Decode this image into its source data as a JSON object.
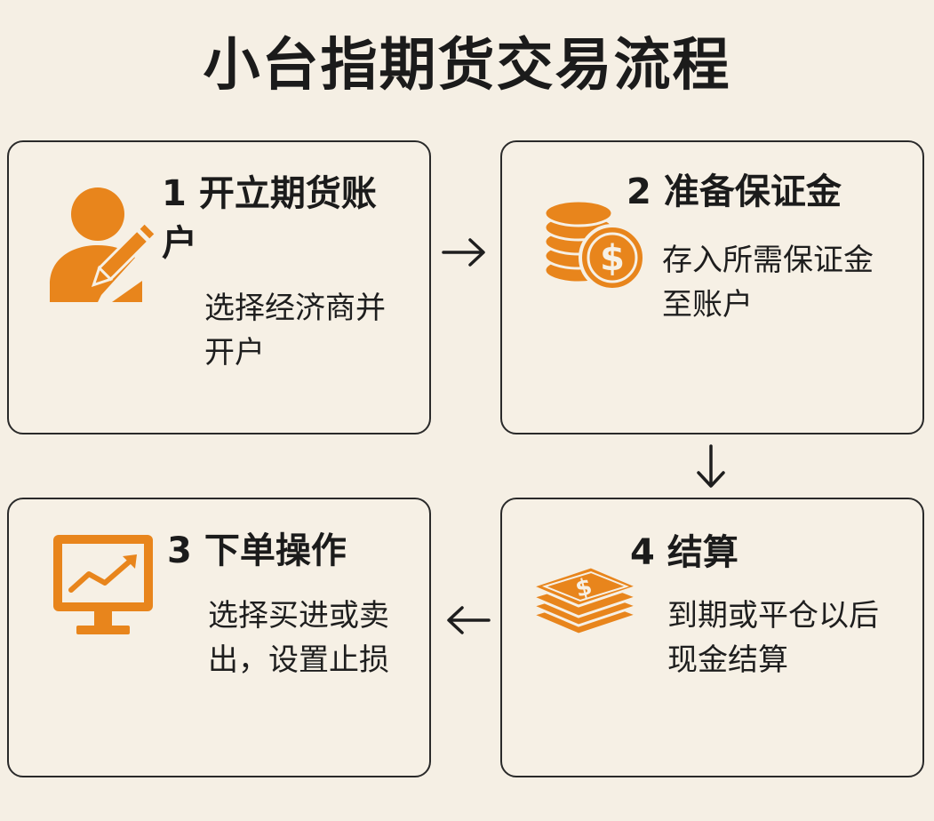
{
  "title": "小台指期货交易流程",
  "steps": [
    {
      "number": "1",
      "heading": "开立期货账户",
      "description": "选择经济商并开户",
      "icon": "user-edit-icon"
    },
    {
      "number": "2",
      "heading": "准备保证金",
      "description": "存入所需保证金至账户",
      "icon": "coins-dollar-icon"
    },
    {
      "number": "3",
      "heading": "下单操作",
      "description": "选择买进或卖出，设置止损",
      "icon": "monitor-chart-icon"
    },
    {
      "number": "4",
      "heading": "结算",
      "description": "到期或平仓以后现金结算",
      "icon": "cash-stack-icon"
    }
  ],
  "colors": {
    "accent": "#e8851c",
    "background": "#f5efe4",
    "border": "#2a2a2a",
    "text": "#1b1b1b"
  }
}
